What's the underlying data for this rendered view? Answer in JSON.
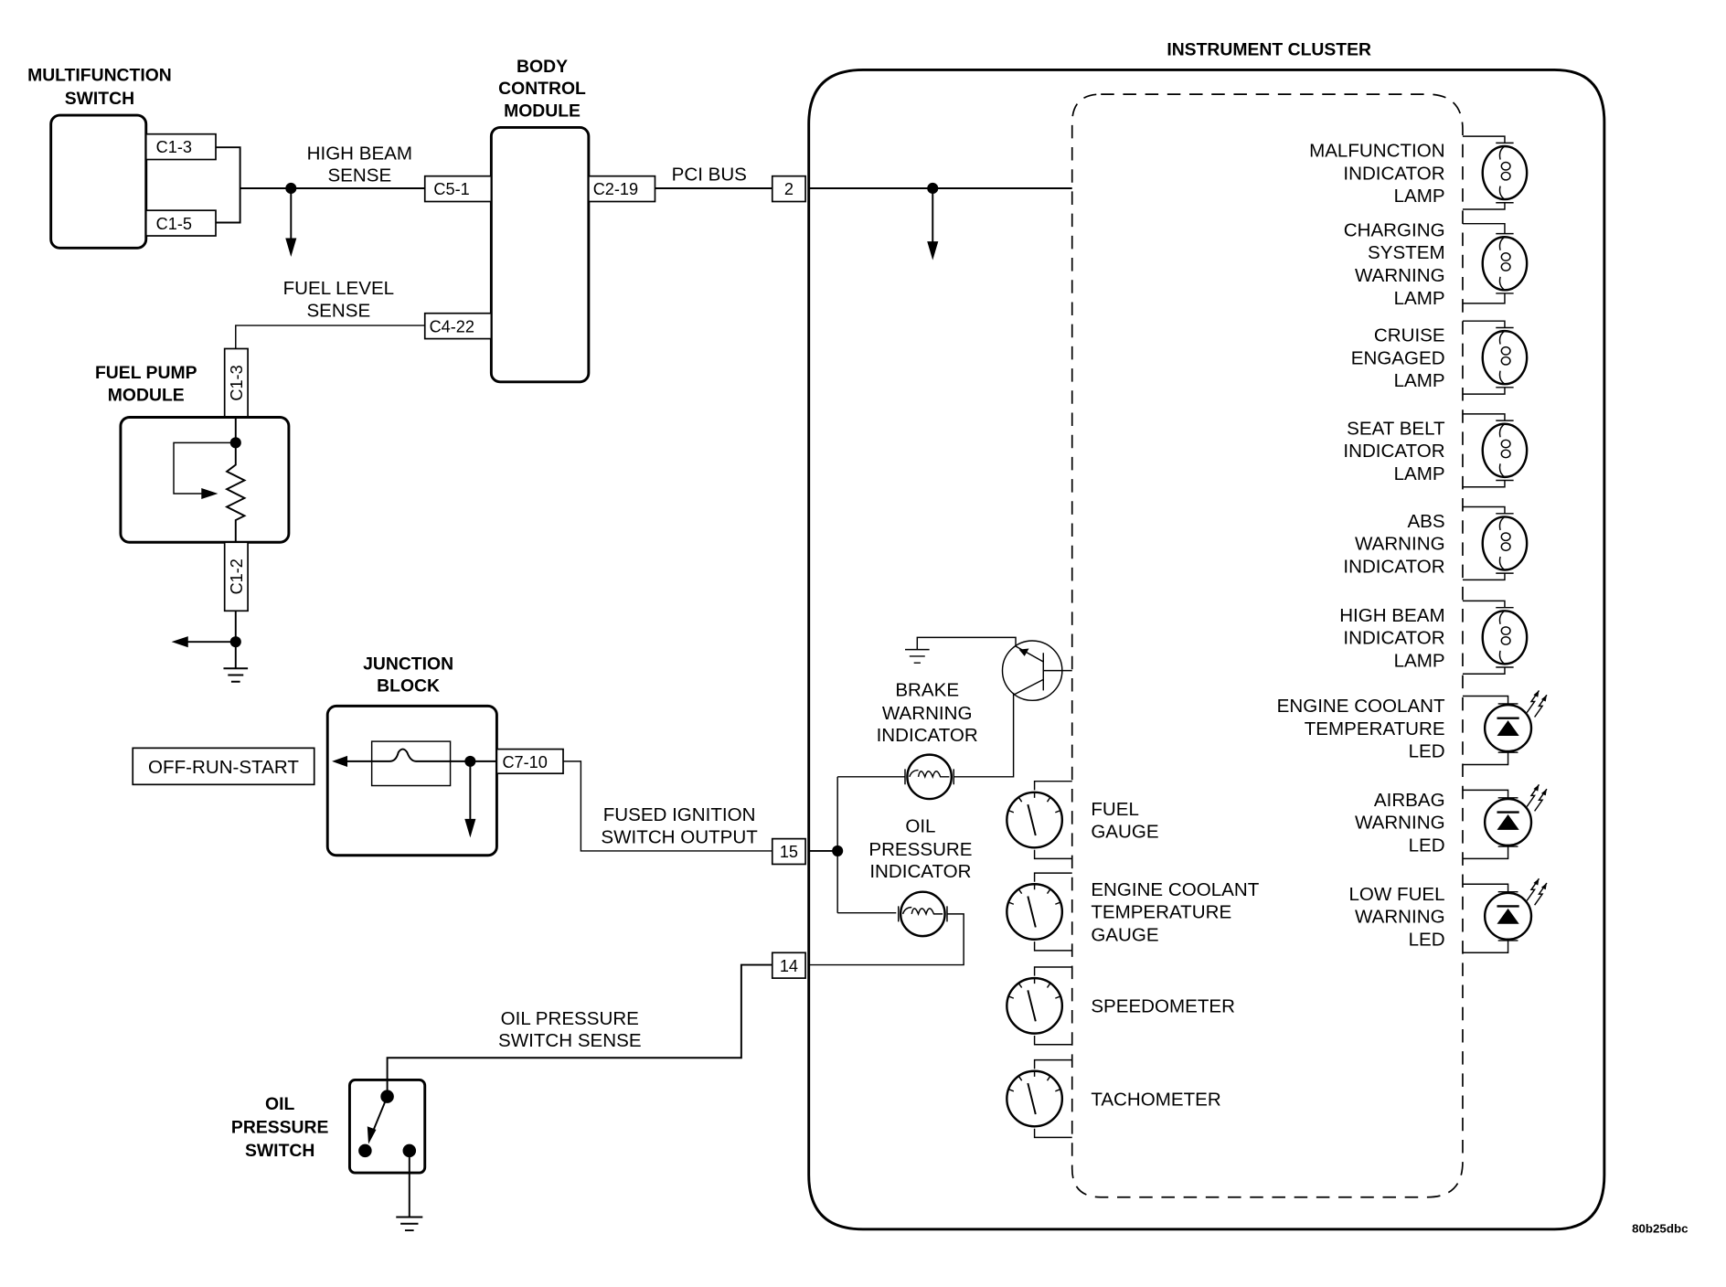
{
  "diagram": {
    "figure_id": "80b25dbc",
    "components": {
      "multifunction_switch": {
        "title": [
          "MULTIFUNCTION",
          "SWITCH"
        ],
        "pins": [
          "C1-3",
          "C1-5"
        ]
      },
      "body_control_module": {
        "title": [
          "BODY",
          "CONTROL",
          "MODULE"
        ],
        "pins": [
          "C5-1",
          "C4-22",
          "C2-19"
        ]
      },
      "fuel_pump_module": {
        "title": [
          "FUEL PUMP",
          "MODULE"
        ],
        "pins": [
          "C1-3",
          "C1-2"
        ]
      },
      "junction_block": {
        "title": [
          "JUNCTION",
          "BLOCK"
        ],
        "pin": "C7-10"
      },
      "ignition_switch": {
        "label": "OFF-RUN-START"
      },
      "oil_pressure_switch": {
        "title": [
          "OIL",
          "PRESSURE",
          "SWITCH"
        ]
      },
      "instrument_cluster": {
        "title": "INSTRUMENT CLUSTER",
        "pins": [
          "2",
          "15",
          "14"
        ]
      }
    },
    "circuits": {
      "high_beam_sense": [
        "HIGH BEAM",
        "SENSE"
      ],
      "fuel_level_sense": [
        "FUEL LEVEL",
        "SENSE"
      ],
      "pci_bus": "PCI BUS",
      "fused_ignition": [
        "FUSED IGNITION",
        "SWITCH OUTPUT"
      ],
      "oil_pressure_sense": [
        "OIL PRESSURE",
        "SWITCH SENSE"
      ]
    },
    "indicators": [
      {
        "type": "lamp",
        "label": [
          "MALFUNCTION",
          "INDICATOR",
          "LAMP"
        ]
      },
      {
        "type": "lamp",
        "label": [
          "CHARGING",
          "SYSTEM",
          "WARNING",
          "LAMP"
        ]
      },
      {
        "type": "lamp",
        "label": [
          "CRUISE",
          "ENGAGED",
          "LAMP"
        ]
      },
      {
        "type": "lamp",
        "label": [
          "SEAT BELT",
          "INDICATOR",
          "LAMP"
        ]
      },
      {
        "type": "lamp",
        "label": [
          "ABS",
          "WARNING",
          "INDICATOR"
        ]
      },
      {
        "type": "lamp",
        "label": [
          "HIGH BEAM",
          "INDICATOR",
          "LAMP"
        ]
      },
      {
        "type": "led",
        "label": [
          "ENGINE COOLANT",
          "TEMPERATURE",
          "LED"
        ]
      },
      {
        "type": "led",
        "label": [
          "AIRBAG",
          "WARNING",
          "LED"
        ]
      },
      {
        "type": "led",
        "label": [
          "LOW FUEL",
          "WARNING",
          "LED"
        ]
      }
    ],
    "gauges": [
      {
        "label": [
          "FUEL",
          "GAUGE"
        ]
      },
      {
        "label": [
          "ENGINE COOLANT",
          "TEMPERATURE",
          "GAUGE"
        ]
      },
      {
        "label": [
          "SPEEDOMETER"
        ]
      },
      {
        "label": [
          "TACHOMETER"
        ]
      }
    ],
    "internal_indicators": {
      "brake": [
        "BRAKE",
        "WARNING",
        "INDICATOR"
      ],
      "oil": [
        "OIL",
        "PRESSURE",
        "INDICATOR"
      ]
    }
  }
}
